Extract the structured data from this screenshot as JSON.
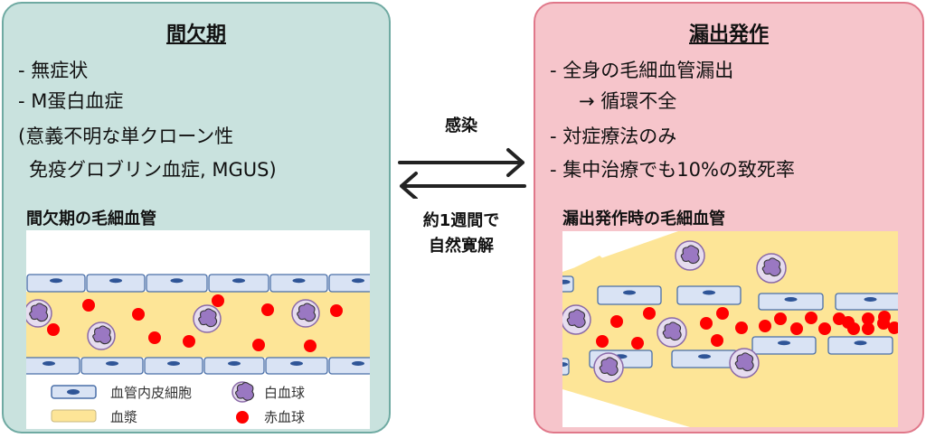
{
  "left": {
    "title": "間欠期",
    "items": [
      "- 無症状",
      "- M蛋白血症",
      "(意義不明な単クローン性",
      "  免疫グロブリン血症, MGUS)"
    ],
    "figure_title": "間欠期の毛細血管",
    "legend": {
      "endothelial": "血管内皮細胞",
      "plasma": "血漿",
      "wbc": "白血球",
      "rbc": "赤血球"
    }
  },
  "right": {
    "title": "漏出発作",
    "items": [
      "- 全身の毛細血管漏出",
      "→ 循環不全",
      "- 対症療法のみ",
      "- 集中治療でも10%の致死率"
    ],
    "figure_title": "漏出発作時の毛細血管"
  },
  "middle": {
    "forward_label": "感染",
    "back_label_1": "約1週間で",
    "back_label_2": "自然寛解"
  },
  "colors": {
    "left_bg": "#c9e2de",
    "right_bg": "#f6c5cb",
    "plasma": "#fde597",
    "cell": "#d9e3f4",
    "rbc": "#ff0000",
    "wbc": "#e6dcef"
  }
}
